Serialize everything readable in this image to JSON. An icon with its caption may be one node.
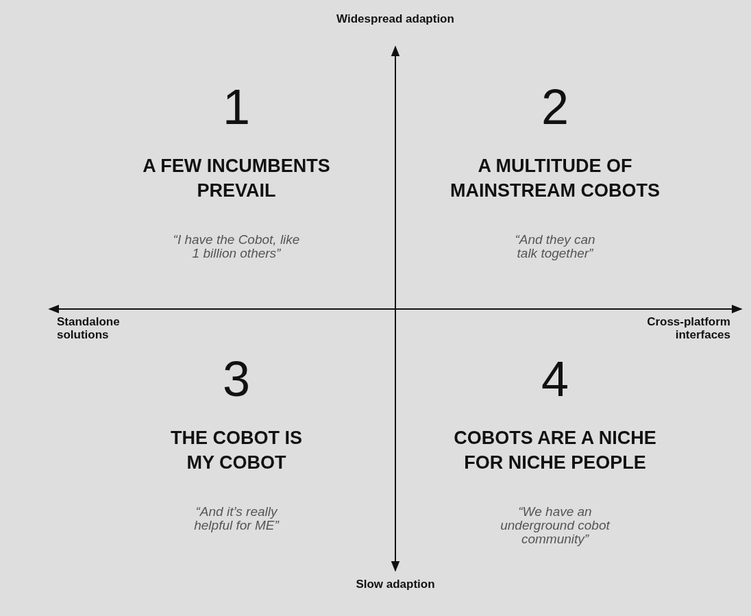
{
  "diagram": {
    "nodes": [
      {
        "text": [
          "1",
          "A FEW INCUMBENTS PREVAIL",
          "“I have the Cobot, like 1 billion others”"
        ]
      },
      {
        "text": [
          "2",
          "A MULTITUDE OF MAINSTREAM COBOTS",
          "“And they can talk together”"
        ]
      },
      {
        "text": [
          "3",
          "THE COBOT IS MY COBOT",
          "“And it’s really helpful for ME”"
        ]
      },
      {
        "text": [
          "4",
          "COBOTS ARE A NICHE FOR NICHE PEOPLE",
          "“We have an underground cobot community”"
        ]
      }
    ],
    "labels": [
      "Widespread adaption",
      "Standalone solutions",
      "Cross-platform interfaces",
      "Slow adaption"
    ]
  }
}
